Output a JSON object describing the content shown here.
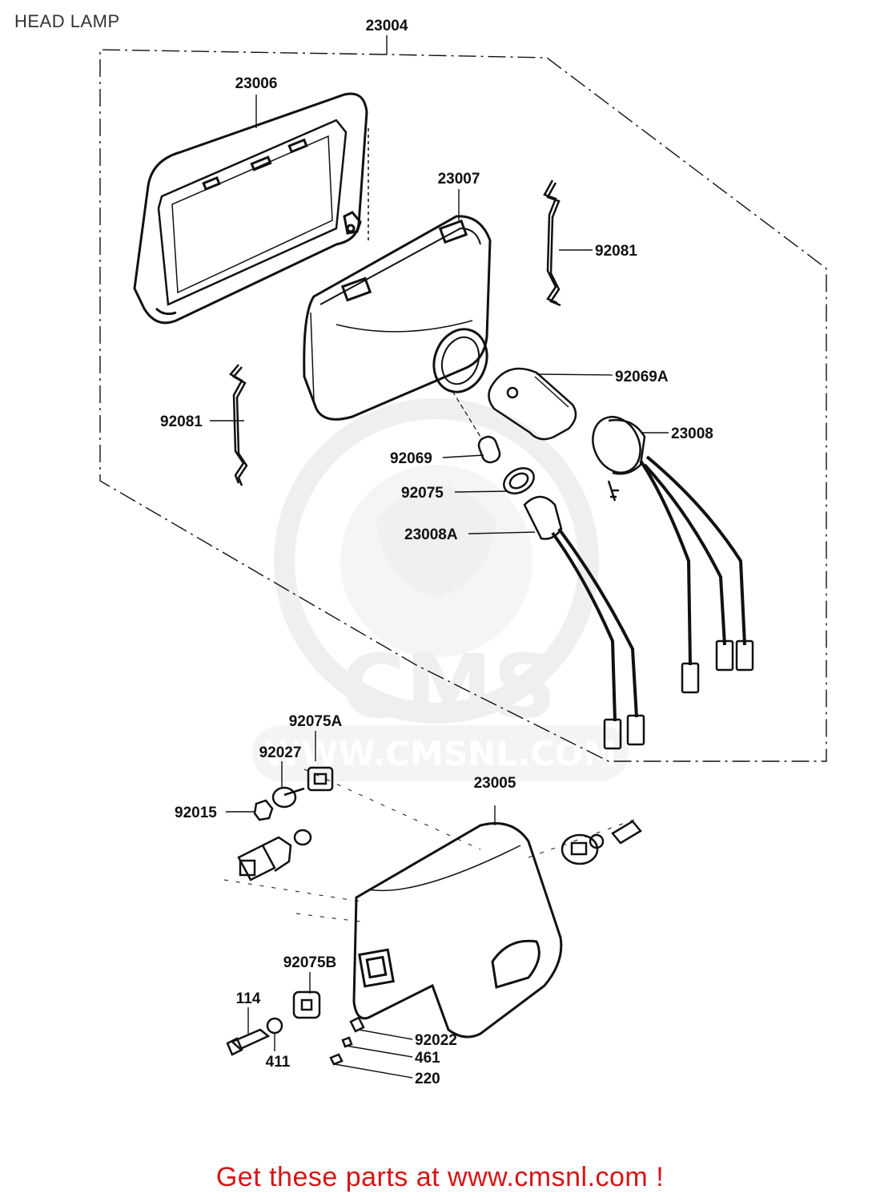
{
  "title": "HEAD LAMP",
  "footer": "Get these parts at www.cmsnl.com !",
  "watermark": {
    "logo": "CMS",
    "url": "WWW.CMSNL.COM"
  },
  "parts": {
    "p23004": "23004",
    "p23006": "23006",
    "p23007": "23007",
    "p92081_top": "92081",
    "p92081_left": "92081",
    "p92069A": "92069A",
    "p23008": "23008",
    "p92069": "92069",
    "p92075": "92075",
    "p23008A": "23008A",
    "p92075A": "92075A",
    "p92027": "92027",
    "p92015": "92015",
    "p23005": "23005",
    "p92075B": "92075B",
    "p114": "114",
    "p411": "411",
    "p92022": "92022",
    "p461": "461",
    "p220": "220"
  },
  "colors": {
    "footer": "#d61515",
    "line": "#111111",
    "watermark": "#e6e6e6"
  }
}
